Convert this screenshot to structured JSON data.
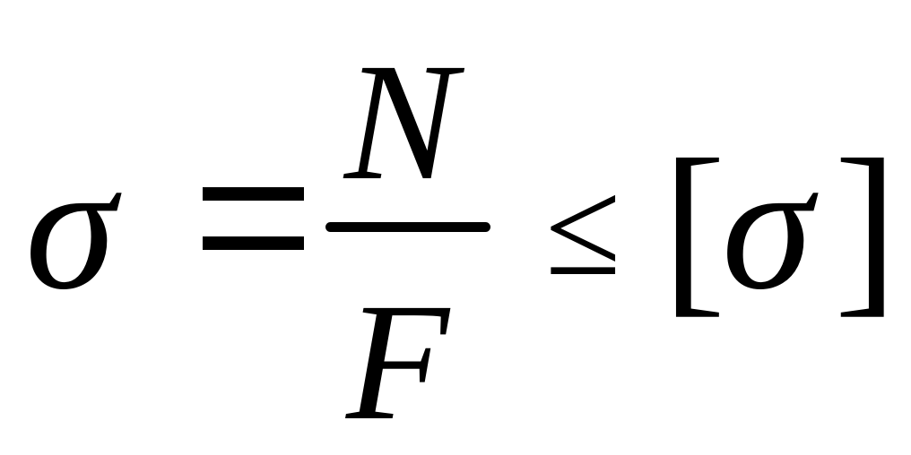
{
  "equation": {
    "left_symbol": "σ",
    "equals_sign": "=",
    "numerator": "N",
    "denominator": "F",
    "relation_sign": "≤",
    "left_bracket": "[",
    "right_symbol": "σ",
    "right_bracket": "]"
  }
}
